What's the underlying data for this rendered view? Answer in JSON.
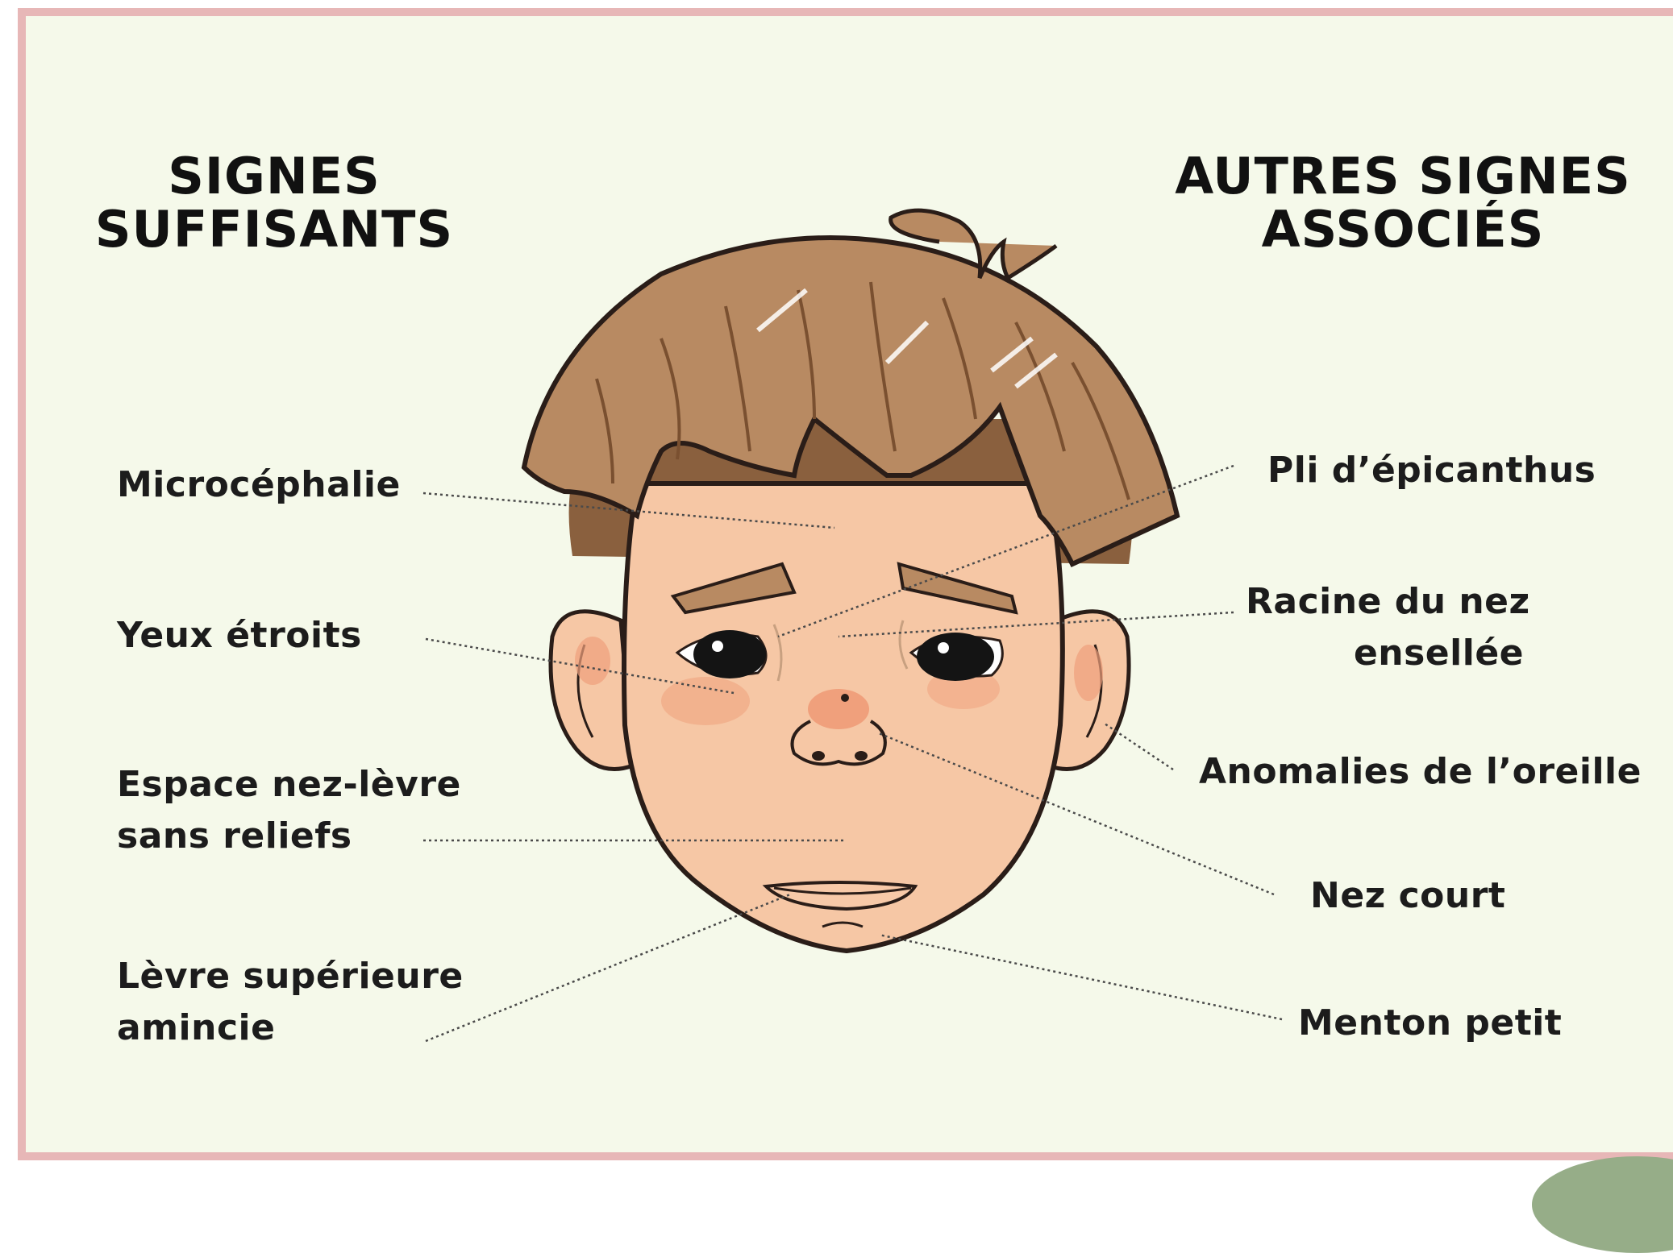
{
  "left_heading": [
    "SIGNES",
    "SUFFISANTS"
  ],
  "right_heading": [
    "AUTRES SIGNES",
    "ASSOCIÉS"
  ],
  "left_labels": {
    "microcephalie": [
      "Microcéphalie"
    ],
    "yeux": [
      "Yeux étroits"
    ],
    "espace": [
      "Espace nez-lèvre",
      "sans reliefs"
    ],
    "levre": [
      "Lèvre supérieure",
      "amincie"
    ]
  },
  "right_labels": {
    "pli": [
      "Pli d’épicanthus"
    ],
    "racine": [
      "Racine du nez",
      "ensellée"
    ],
    "oreille": [
      "Anomalies de l’oreille"
    ],
    "nez": [
      "Nez court"
    ],
    "menton": [
      "Menton petit"
    ]
  },
  "colors": {
    "background": "#f5f9ea",
    "border": "#e7b7b7",
    "hair": "#b88a62",
    "skin": "#f6c7a5",
    "text": "#1c1c1c"
  }
}
